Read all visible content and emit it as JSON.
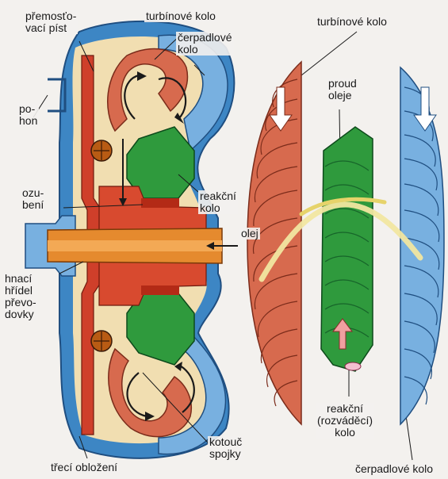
{
  "labels": {
    "bridging_piston": "přemosťo-\nvací píst",
    "turbine_wheel_left": "turbínové kolo",
    "pump_wheel_left": "čerpadlové\nkolo",
    "turbine_wheel_right": "turbínové kolo",
    "drive": "po-\nhon",
    "oil_flow": "proud\noleje",
    "gearing": "ozu-\nbení",
    "reaction_wheel_left": "reakční\nkolo",
    "oil": "olej",
    "input_shaft": "hnací\nhřídel\npřevo-\ndovky",
    "reaction_wheel_right": "reakční\n(rozváděcí)\nkolo",
    "clutch_disc": "kotouč\nspojky",
    "friction_lining": "třecí obložení",
    "pump_wheel_right": "čerpadlové kolo"
  },
  "colors": {
    "background": "#f3f1ee",
    "housing": "#3d86c4",
    "housing_light": "#78b0e0",
    "cream": "#f1deb1",
    "turbine": "#d76a4e",
    "turbine_light": "#eaa08a",
    "reactor": "#2f9a3d",
    "reactor_dark": "#17652a",
    "shaft": "#e58a2e",
    "shaft_dark": "#b85b14",
    "clutch_red": "#cf3f2a",
    "flow": "#e6d36a",
    "arrow": "#1a1a1a"
  }
}
